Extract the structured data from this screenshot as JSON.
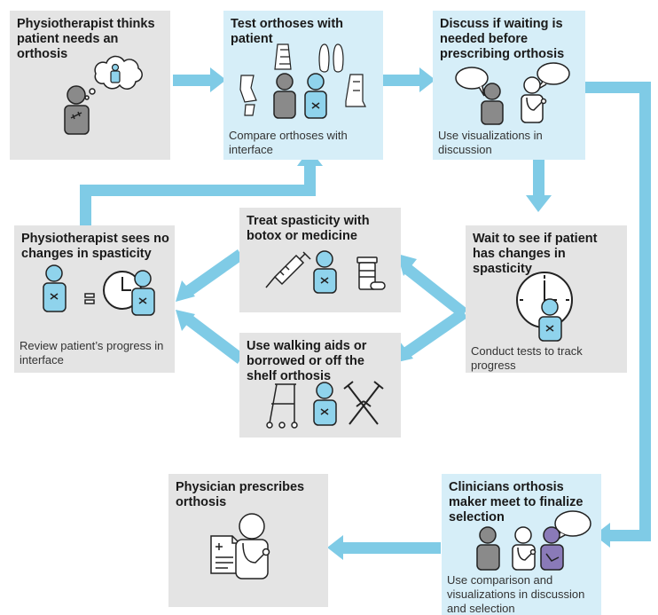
{
  "colors": {
    "arrow": "#7fcbe6",
    "gray_box": "#e4e4e4",
    "blue_box": "#d6eef8",
    "person_blue": "#8fd3ec",
    "person_gray": "#8a8a8a",
    "person_purple": "#8a7ab8"
  },
  "steps": {
    "step1": {
      "title": "Physiotherapist thinks patient needs an orthosis",
      "caption": ""
    },
    "step2": {
      "title": "Test orthoses with patient",
      "caption": "Compare orthoses with interface"
    },
    "step3": {
      "title": "Discuss if waiting is needed before prescribing orthosis",
      "caption": "Use visualizations in discussion"
    },
    "step4": {
      "title": "Wait to see if patient has changes in spasticity",
      "caption": "Conduct tests to track progress"
    },
    "step5": {
      "title": "Treat spasticity with botox or medicine",
      "caption": ""
    },
    "step6": {
      "title": "Use walking aids or borrowed or off the shelf orthosis",
      "caption": ""
    },
    "step7": {
      "title": "Physiotherapist sees no changes in spasticity",
      "caption": "Review patient’s progress in interface"
    },
    "step8": {
      "title": "Clinicians orthosis maker meet to finalize selection",
      "caption": "Use comparison and visualizations in discussion and selection"
    },
    "step9": {
      "title": "Physician prescribes orthosis",
      "caption": ""
    }
  },
  "icons": {
    "step1": [
      "person-with-dumbbell-icon",
      "thought-bubble-icon"
    ],
    "step2": [
      "orthosis-icons",
      "patient-icon"
    ],
    "step3": [
      "speech-bubble-icon",
      "clinician-icon"
    ],
    "step4": [
      "clock-icon",
      "patient-icon"
    ],
    "step5": [
      "syringe-icon",
      "patient-icon",
      "pill-bottle-icon"
    ],
    "step6": [
      "walker-icon",
      "patient-icon",
      "crutches-icon"
    ],
    "step7": [
      "patient-icon",
      "equals-icon",
      "clock-icon"
    ],
    "step8": [
      "person-gray-icon",
      "clinician-icon",
      "orthosis-maker-icon",
      "speech-bubble-icon"
    ],
    "step9": [
      "document-icon",
      "physician-stethoscope-icon"
    ]
  }
}
